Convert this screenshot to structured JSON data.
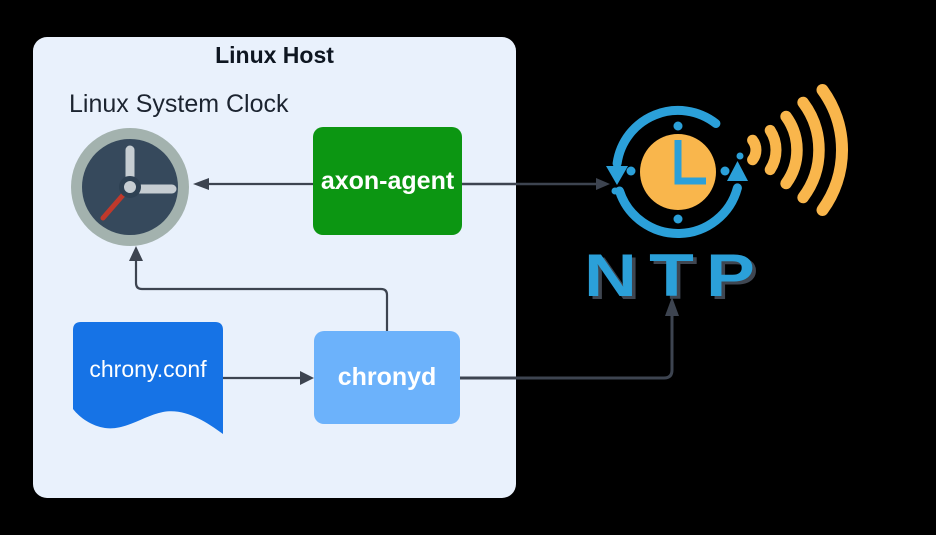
{
  "diagram": {
    "title": "Linux Host",
    "background_color": "#000000",
    "panel_color": "#e9f1fc",
    "arrow_color": "#3d4450",
    "nodes": {
      "host": {
        "label": "Linux Host"
      },
      "system_clock": {
        "label": "Linux System Clock",
        "icon": "clock-icon",
        "ring_color": "#a3b2ae",
        "face_color": "#36495c",
        "hand_color": "#c6cdd2",
        "second_hand_color": "#c0392b"
      },
      "axon_agent": {
        "label": "axon-agent",
        "fill": "#0c9612",
        "text_color": "#ffffff"
      },
      "chrony_conf": {
        "label": "chrony.conf",
        "fill": "#1673e6",
        "text_color": "#ffffff",
        "shape": "document"
      },
      "chronyd": {
        "label": "chronyd",
        "fill": "#6cb2fb",
        "text_color": "#ffffff"
      },
      "ntp": {
        "label": "NTP",
        "logo_blue": "#2ba0d9",
        "logo_orange": "#f9b64c",
        "icons": [
          "sync-clock-icon",
          "signal-waves-icon"
        ]
      }
    },
    "edges": [
      {
        "from": "axon-agent",
        "to": "linux-system-clock"
      },
      {
        "from": "axon-agent",
        "to": "ntp"
      },
      {
        "from": "chronyd",
        "to": "linux-system-clock"
      },
      {
        "from": "chrony.conf",
        "to": "chronyd"
      },
      {
        "from": "chronyd",
        "to": "ntp"
      }
    ]
  }
}
